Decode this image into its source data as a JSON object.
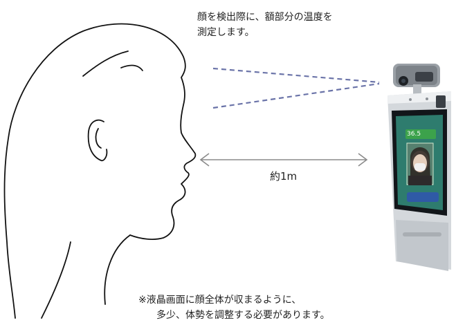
{
  "caption": {
    "line1": "顔を検出際に、額部分の温度を",
    "line2": "測定します。"
  },
  "distance_label": "約1m",
  "note": {
    "line1": "※液晶画面に顔全体が収まるように、",
    "line2": "多少、体勢を調整する必要があります。"
  },
  "device": {
    "temperature": "36.5",
    "colors": {
      "panel": "#c9ced3",
      "screen_bg": "#2e7c6e",
      "temp_box": "#3ca24b",
      "bottom_bar": "#2f5aa6"
    }
  },
  "icons": [
    "head-profile-icon",
    "distance-arrow-icon",
    "sensor-beam-icon",
    "kiosk-device-icon"
  ]
}
